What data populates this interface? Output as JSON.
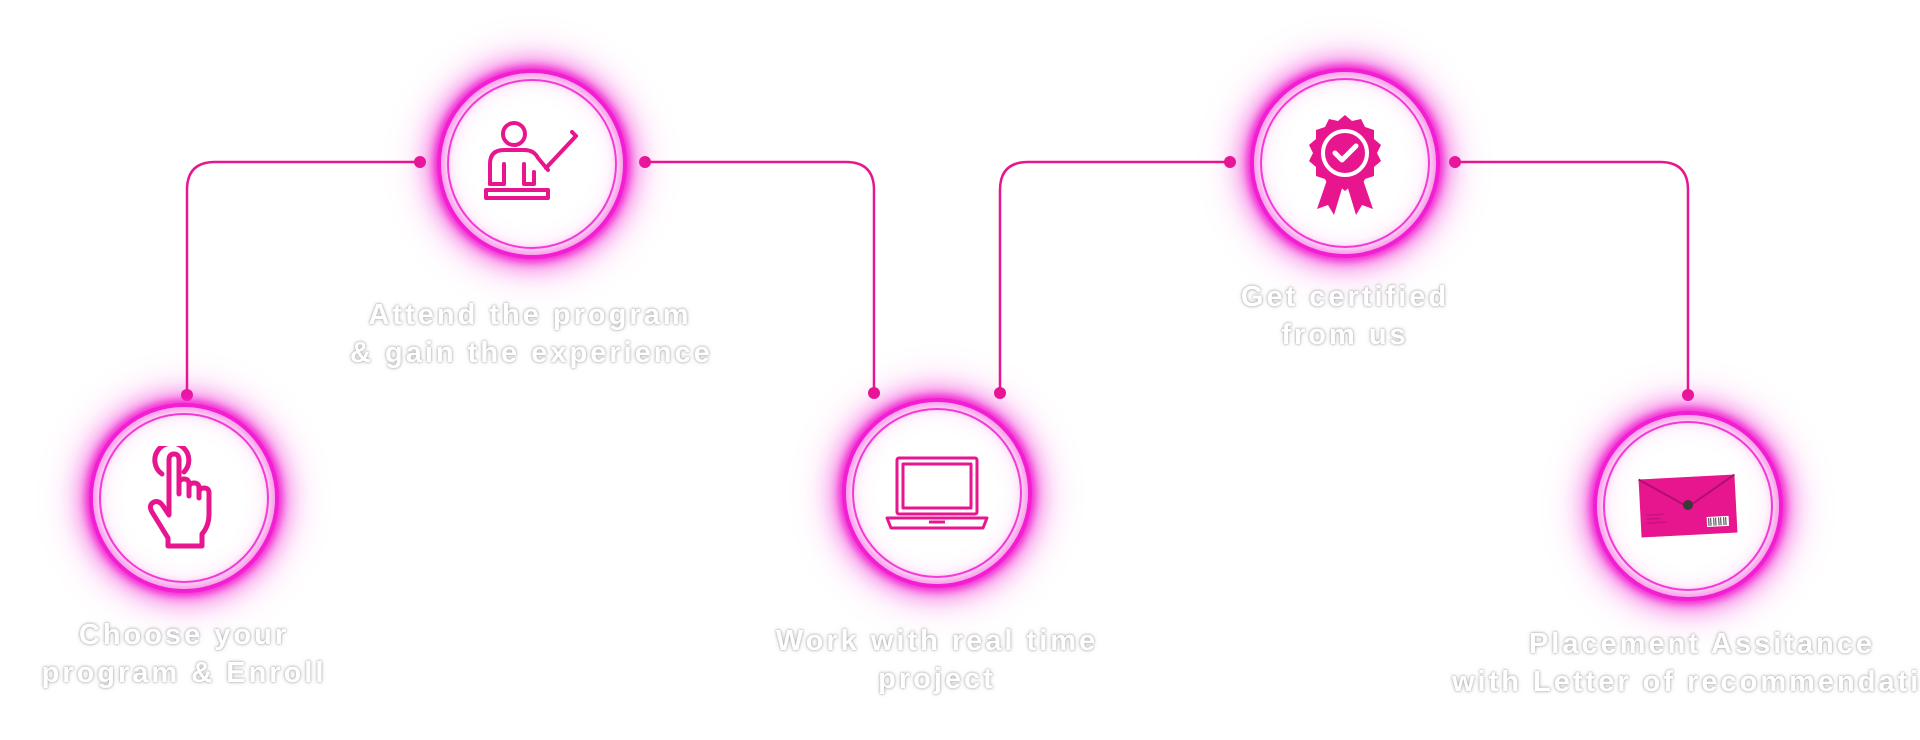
{
  "accent_color": "#e7168f",
  "glow_color": "#f11fd1",
  "steps": [
    {
      "icon": "hand-pointer-icon",
      "caption": [
        "Choose your",
        "program & Enroll"
      ]
    },
    {
      "icon": "presenter-icon",
      "caption": [
        "Attend the program",
        "& gain the experience"
      ]
    },
    {
      "icon": "laptop-icon",
      "caption": [
        "Work with real time",
        "project"
      ]
    },
    {
      "icon": "certificate-badge-icon",
      "caption": [
        "Get certified",
        "from us"
      ]
    },
    {
      "icon": "envelope-icon",
      "caption": [
        "Placement Assitance",
        "with Letter of recommendation"
      ]
    }
  ]
}
